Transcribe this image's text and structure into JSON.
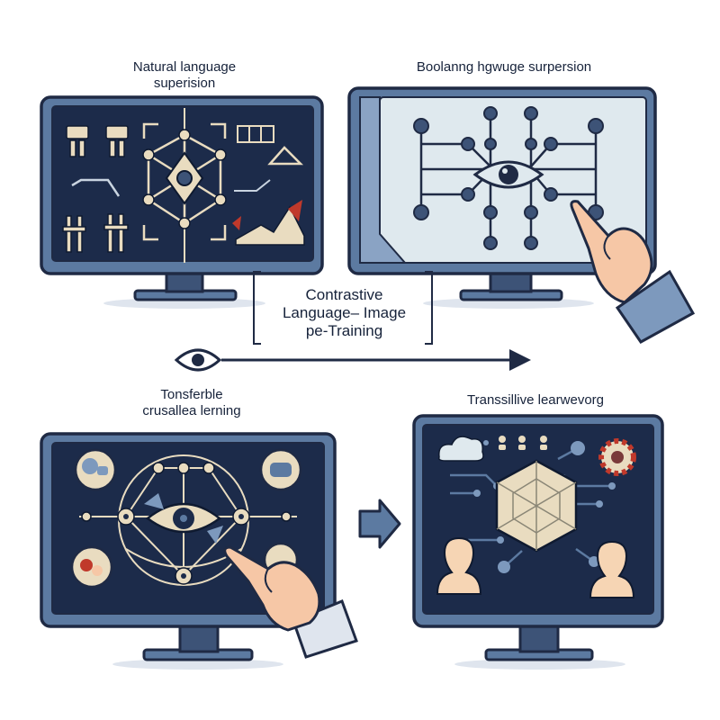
{
  "panels": {
    "top_left": {
      "caption": [
        "Natural language",
        "superision"
      ]
    },
    "top_right": {
      "caption": [
        "Boolanng hgwuge surpersion"
      ]
    },
    "bottom_left": {
      "caption": [
        "Tonsferble",
        "crusallea lerning"
      ]
    },
    "bottom_right": {
      "caption": [
        "Transsillive learwevorg"
      ]
    }
  },
  "center": {
    "caption": [
      "Contrastive",
      "Language– Image",
      "pe-Training"
    ]
  },
  "colors": {
    "outline": "#1f2a44",
    "screen_dark": "#1c2b4a",
    "screen_light": "#dfe9ee",
    "bezel": "#5c7aa1",
    "node": "#e9dcc0",
    "accent": "#c0392b",
    "skin": "#f6c7a6",
    "sleeve": "#7d99bd"
  },
  "icons": [
    "eye-icon",
    "hand-pointer-icon",
    "arrow-right-icon",
    "network-graph-icon",
    "head-icon",
    "cloud-icon",
    "gear-icon"
  ]
}
